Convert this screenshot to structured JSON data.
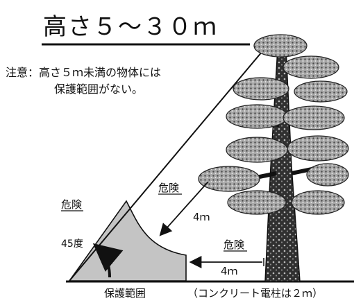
{
  "title": "高さ５～３０ｍ",
  "note": {
    "line1": "注意：高さ５ｍ未満の物体には",
    "line2": "保護範囲がない。"
  },
  "labels": {
    "danger_left": "危険",
    "danger_middle": "危険",
    "danger_right": "危険",
    "angle": "45度",
    "distance_arc": "4ｍ",
    "distance_ground": "4ｍ",
    "protected_area": "保護範囲",
    "pole_note": "（コンクリート電柱は２ｍ）"
  },
  "colors": {
    "protected_fill": "#c4c4c4",
    "tree_trunk": "#2a2a2a",
    "foliage": "#9a9a9a",
    "line": "#111111"
  }
}
